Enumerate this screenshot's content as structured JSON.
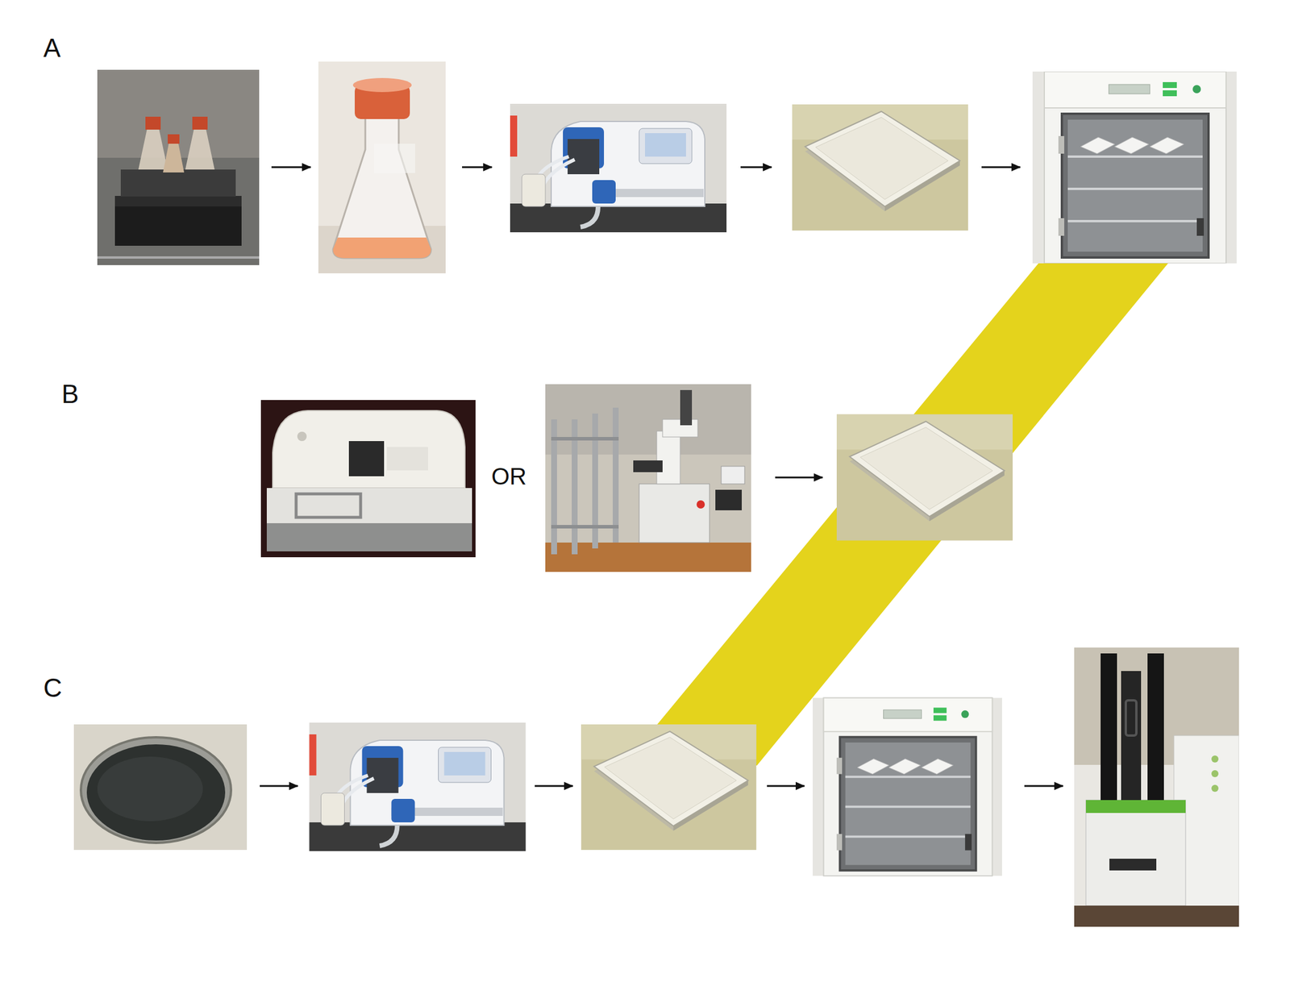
{
  "diagram": {
    "labels": [
      "A",
      "B",
      "C",
      "OR"
    ]
  }
}
